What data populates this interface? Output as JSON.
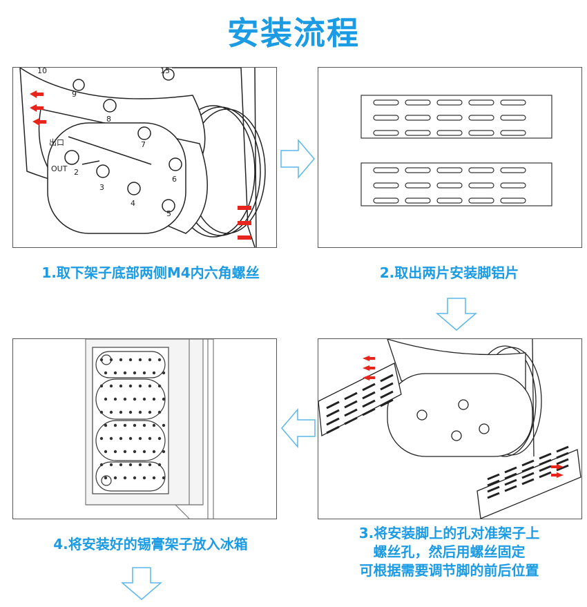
{
  "title": "安装流程",
  "steps": [
    {
      "caption": "1.取下架子底部两侧M4内六角螺丝",
      "labels": [
        "出口",
        "OUT",
        "2",
        "3",
        "4",
        "5",
        "6",
        "7",
        "8",
        "9",
        "10",
        "15"
      ]
    },
    {
      "caption": "2.取出两片安装脚铝片"
    },
    {
      "caption_lines": [
        "3.将安装脚上的孔对准架子上",
        "螺丝孔，然后用螺丝固定",
        "可根据需要调节脚的前后位置"
      ]
    },
    {
      "caption": "4.将安装好的锡膏架子放入冰箱"
    }
  ],
  "colors": {
    "accent": "#1b9be3",
    "arrow_outline": "#5ab7e8",
    "screw_marker": "#e8251c"
  }
}
